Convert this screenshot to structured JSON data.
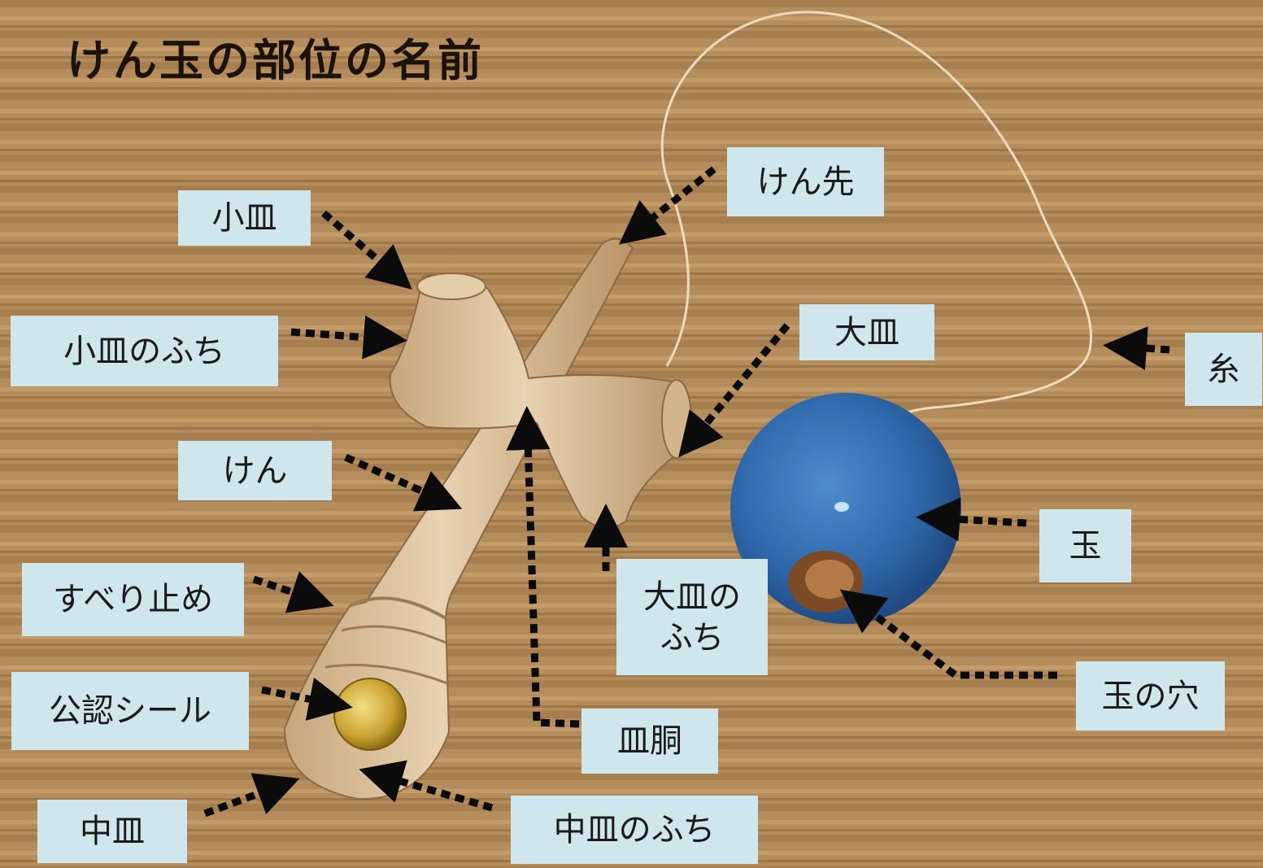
{
  "title": "けん玉の部位の名前",
  "labels": {
    "kozara": "小皿",
    "kozara_fuchi": "小皿のふち",
    "ken": "けん",
    "suberidome": "すべり止め",
    "koninseal": "公認シール",
    "nakazara": "中皿",
    "nakazara_fuchi": "中皿のふち",
    "saradou": "皿胴",
    "oozara_fuchi_line1": "大皿の",
    "oozara_fuchi_line2": "ふち",
    "oozara": "大皿",
    "kensaki": "けん先",
    "ito": "糸",
    "tama": "玉",
    "tama_ana": "玉の穴"
  },
  "colors": {
    "tatami": "#b58d5c",
    "label_bg": "#cfe6ec",
    "wood": "#dcc09a",
    "ball": "#2f69ab",
    "arrow": "#0b0b0b"
  }
}
